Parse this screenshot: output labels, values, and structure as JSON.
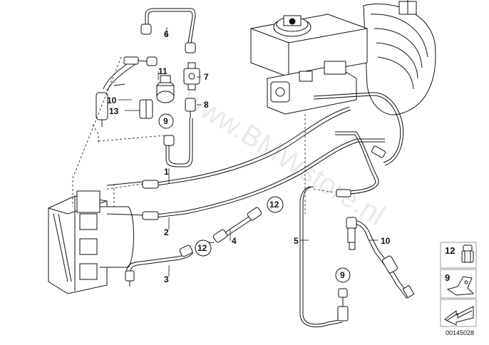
{
  "diagram": {
    "watermark": "www.BMWstore.nl",
    "document_id": "00145028",
    "callouts": {
      "c1": "1",
      "c2": "2",
      "c3": "3",
      "c4": "4",
      "c5": "5",
      "c6": "6",
      "c7": "7",
      "c8": "8",
      "c9a": "9",
      "c9b": "9",
      "c10a": "10",
      "c10b": "10",
      "c11": "11",
      "c12a": "12",
      "c12b": "12",
      "c13": "13"
    },
    "legend": {
      "item12": "12",
      "item9": "9"
    }
  }
}
